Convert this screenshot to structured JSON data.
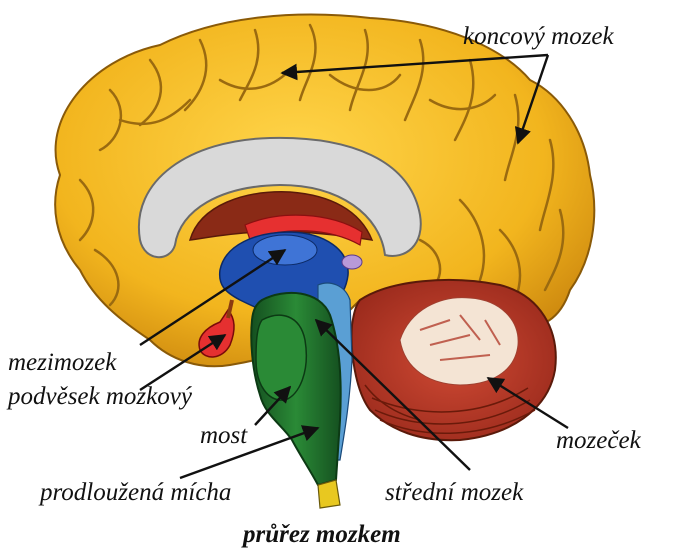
{
  "labels": {
    "cerebrum": "koncový mozek",
    "diencephalon": "mezimozek",
    "pituitary": "podvěsek mozkový",
    "pons": "most",
    "medulla": "prodloužená mícha",
    "midbrain": "střední mozek",
    "cerebellum": "mozeček"
  },
  "caption": "průřez mozkem",
  "colors": {
    "cerebrum": "#f2b51e",
    "cerebrum_outline": "#8a5a08",
    "corpus_callosum": "#d9d9d9",
    "ventricle_dark": "#8a2a16",
    "diencephalon": "#1f4fb0",
    "thalamus_highlight": "#e63030",
    "pituitary": "#e53030",
    "brainstem": "#1f6b2a",
    "cerebellum": "#b83a2a",
    "arbor_vitae": "#f4e4d4",
    "spinal_cord_tip": "#e8c820",
    "arrow": "#111111"
  }
}
